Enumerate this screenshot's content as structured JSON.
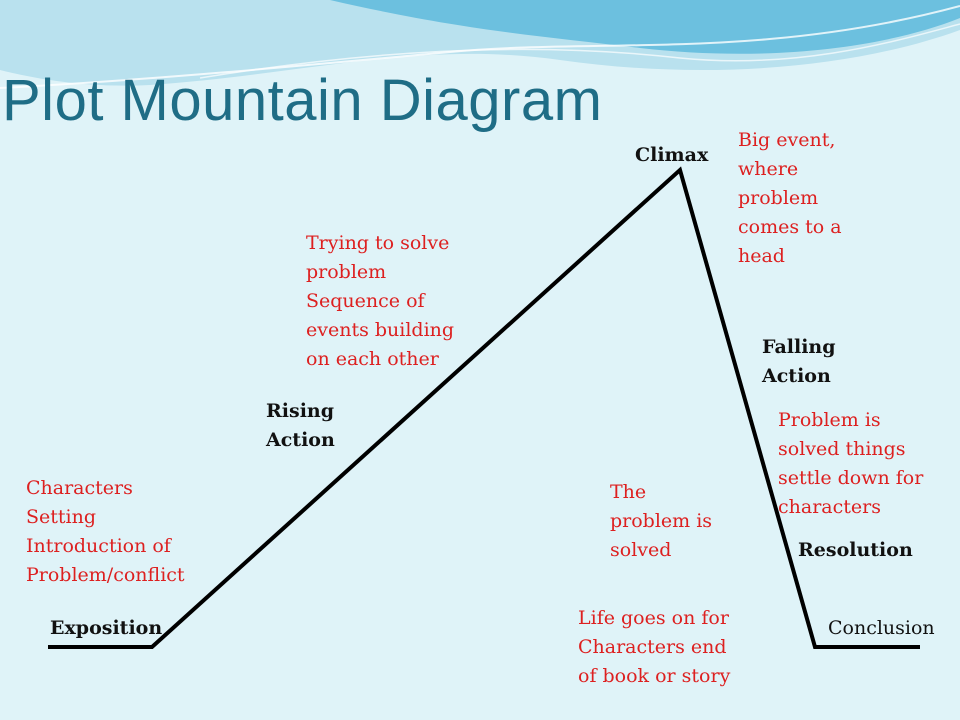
{
  "title": "Plot Mountain Diagram",
  "colors": {
    "background": "#dff3f8",
    "title": "#1f6d86",
    "note_text": "#dd2020",
    "label_text": "#111111",
    "mountain_line": "#000000",
    "wave_light": "#9fd3e6",
    "wave_dark": "#5bb7d9"
  },
  "labels": {
    "exposition": "Exposition",
    "rising_action": [
      "Rising",
      "Action"
    ],
    "climax": "Climax",
    "falling_action": [
      "Falling",
      "Action"
    ],
    "resolution": "Resolution",
    "conclusion": "Conclusion"
  },
  "notes": {
    "exposition": [
      "Characters",
      "Setting",
      "Introduction of",
      "Problem/conflict"
    ],
    "rising_action": [
      "Trying to solve",
      "problem",
      "Sequence of",
      "events building",
      "on each other"
    ],
    "climax": [
      "Big event,",
      "where",
      "problem",
      "comes to a",
      "head"
    ],
    "falling_action": [
      "Problem is",
      "solved things",
      "settle down for",
      "characters"
    ],
    "resolution": [
      "The",
      "problem is",
      "solved"
    ],
    "conclusion": [
      "Life goes on for",
      "Characters end",
      "of book or story"
    ]
  }
}
